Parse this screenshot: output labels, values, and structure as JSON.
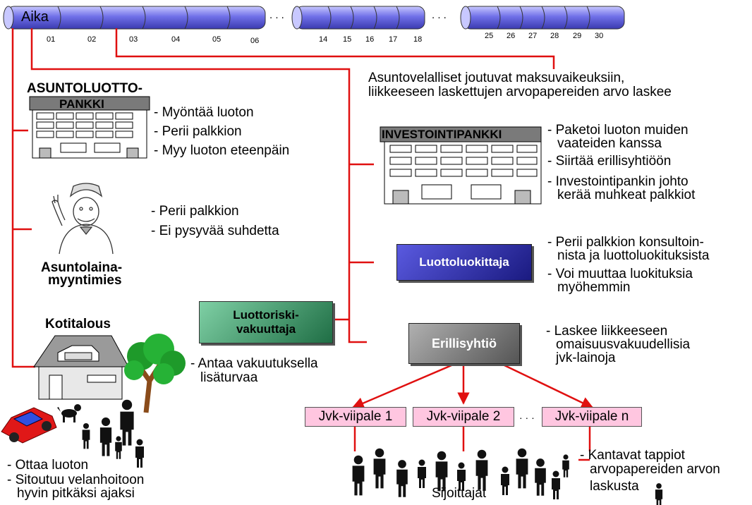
{
  "timeline": {
    "label": "Aika",
    "ticks_group1": [
      "01",
      "02",
      "03",
      "04",
      "05",
      "06"
    ],
    "ticks_group2": [
      "14",
      "15",
      "16",
      "17",
      "18"
    ],
    "ticks_group3": [
      "25",
      "26",
      "27",
      "28",
      "29",
      "30"
    ],
    "ellipsis": ". . ."
  },
  "note_crisis": {
    "line1": "Asuntovelalliset joutuvat maksuvaikeuksiin,",
    "line2": "liikkeeseen laskettujen arvopapereiden arvo laskee"
  },
  "mortgage_bank": {
    "title": "ASUNTOLUOTTO-",
    "sign": "PANKKI",
    "bullets": [
      "- Myöntää luoton",
      "- Perii palkkion",
      "- Myy luoton eteenpäin"
    ]
  },
  "broker": {
    "name_line1": "Asuntolaina-",
    "name_line2": "myyntimies",
    "bullets": [
      "- Perii palkkion",
      "- Ei pysyvää suhdetta"
    ]
  },
  "household": {
    "title": "Kotitalous",
    "bullets": [
      "- Ottaa luoton",
      "- Sitoutuu velanhoitoon"
    ],
    "bullet2_cont": "hyvin pitkäksi ajaksi"
  },
  "insurer": {
    "line1": "Luottoriski-",
    "line2": "vakuuttaja",
    "bullet": "- Antaa vakuutuksella",
    "bullet_cont": "lisäturvaa"
  },
  "investment_bank": {
    "sign": "INVESTOINTIPANKKI",
    "b1": "- Paketoi luoton muiden",
    "b1_cont": "vaateiden kanssa",
    "b2": "- Siirtää erillisyhtiöön",
    "b3": "- Investointipankin johto",
    "b3_cont": "kerää muhkeat palkkiot"
  },
  "rating_agency": {
    "label": "Luottoluokittaja",
    "b1": "- Perii palkkion konsultoin-",
    "b1_cont": "nista ja luottoluokituksista",
    "b2": "- Voi muuttaa luokituksia",
    "b2_cont": "myöhemmin"
  },
  "spv": {
    "label": "Erillisyhtiö",
    "b1": "- Laskee liikkeeseen",
    "b1_cont1": "omaisuusvakuudellisia",
    "b1_cont2": "jvk-lainoja"
  },
  "slices": {
    "s1": "Jvk-viipale 1",
    "s2": "Jvk-viipale 2",
    "dots": "· · ·",
    "sn": "Jvk-viipale n"
  },
  "investors": {
    "label": "Sijoittajat",
    "b1": "- Kantavat tappiot",
    "b1_cont1": "arvopapereiden arvon",
    "b1_cont2": "laskusta"
  },
  "colors": {
    "timeline_fill": "#8f8ff0",
    "red_line": "#e01010",
    "rating_fill": "#3030b0",
    "insurer_fill": "#3a9a6a",
    "spv_fill": "#8a8a8a",
    "slice_fill": "#ffc6e0"
  }
}
